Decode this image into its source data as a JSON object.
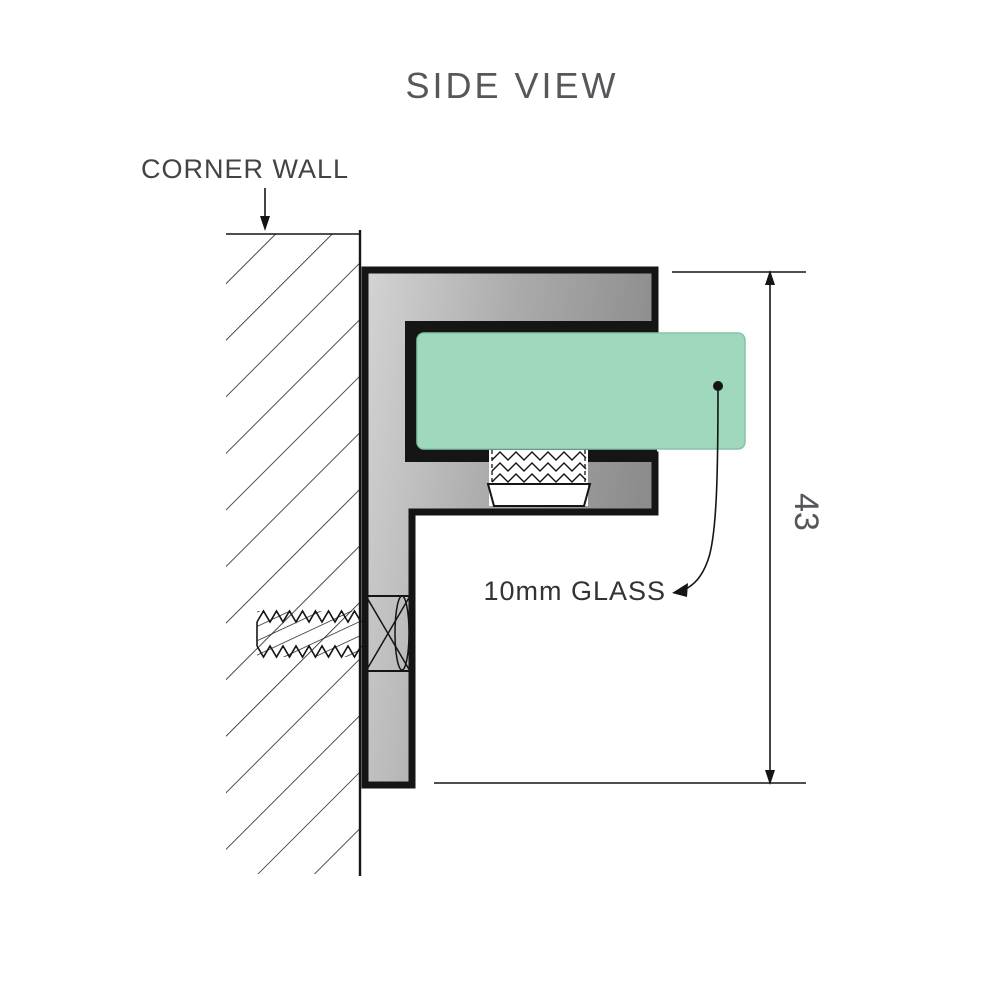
{
  "title": "SIDE VIEW",
  "labels": {
    "corner_wall": "CORNER WALL",
    "glass": "10mm GLASS",
    "dimension_height": "43"
  },
  "colors": {
    "glass_fill": "#9fd8bc",
    "glass_edge": "#84c4a6",
    "bracket_light": "#d4d4d4",
    "bracket_mid": "#ababab",
    "bracket_dark": "#8c8c8c",
    "line": "#151515",
    "text": "#56575a"
  }
}
